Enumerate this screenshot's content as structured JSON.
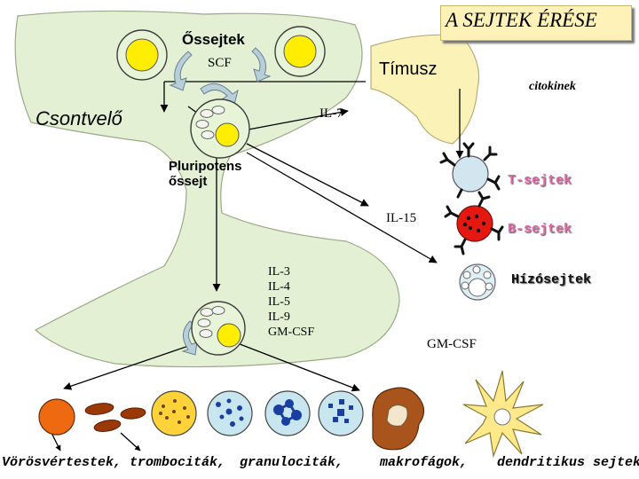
{
  "title": "A SEJTEK ÉRÉSE",
  "labels": {
    "stem_cell": "Őssejtek",
    "scf": "SCF",
    "bone_marrow": "Csontvelő",
    "il7": "IL-7",
    "thymus": "Tímusz",
    "cytokines": "citokinek",
    "pluripotent_line1": "Pluripotens",
    "pluripotent_line2": "őssejt",
    "t_cells": "T-sejtek",
    "il15": "IL-15",
    "b_cells": "B-sejtek",
    "mast_cells": "Hízósejtek",
    "cytokine_list": [
      "IL-3",
      "IL-4",
      "IL-5",
      "IL-9",
      "GM-CSF"
    ],
    "gmcsf": "GM-CSF"
  },
  "bottom_labels": {
    "rbc": "Vörösvértestek, trombociták,",
    "gran": "granulociták,",
    "macro": "makrofágok,",
    "dendritic": "dendritikus sejtek"
  },
  "colors": {
    "tissue": "#e4f0d4",
    "tissue_border": "#9aaa86",
    "thymus": "#fbf2b8",
    "nucleus": "#ffee00",
    "title_box": "#fff2b8",
    "red_cell": "#ee6a10",
    "platelet": "#9a3808",
    "granulocyte": "#ffd23a",
    "blue_dots": "#1a3fa0",
    "macrophage": "#a8541c",
    "dendritic": "#ffe98a",
    "b_cell": "#e41810",
    "t_cell": "#d2e6f0"
  },
  "icons": [
    "cycle-arrow-icon",
    "antibody-receptor-icon"
  ]
}
